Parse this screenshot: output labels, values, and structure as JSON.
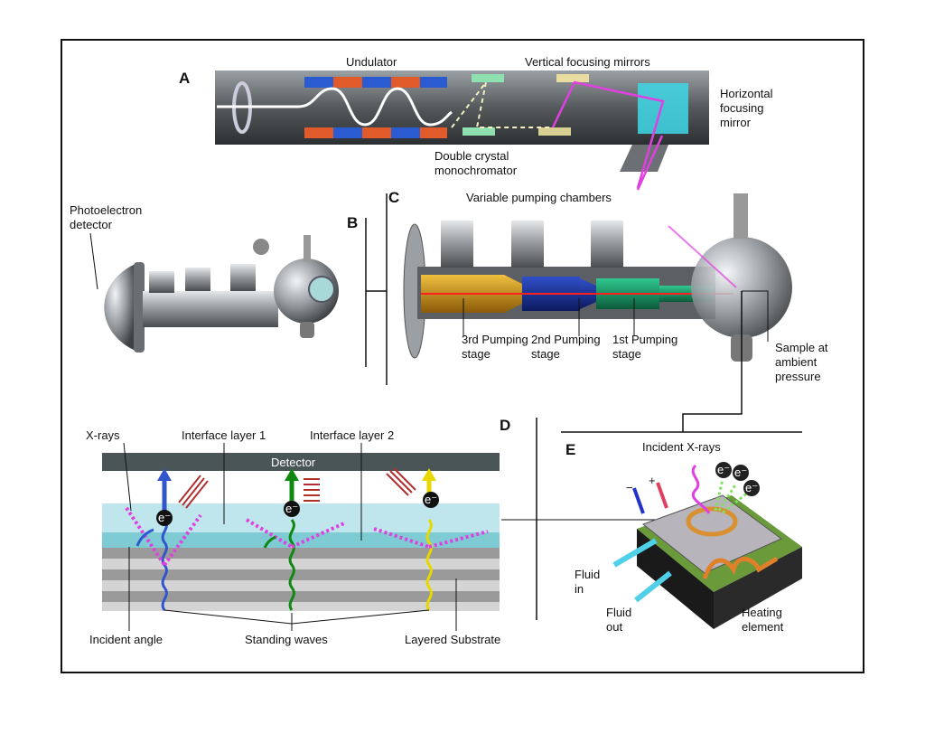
{
  "panels": {
    "a": "A",
    "b": "B",
    "c": "C",
    "d": "D",
    "e": "E"
  },
  "beamline": {
    "undulator": "Undulator",
    "vertical_mirrors": "Vertical focusing mirrors",
    "horizontal_mirror": [
      "Horizontal",
      "focusing",
      "mirror"
    ],
    "monochromator": [
      "Double crystal",
      "monochromator"
    ]
  },
  "analyzer": {
    "detector": [
      "Photoelectron",
      "detector"
    ]
  },
  "pumping": {
    "title": "Variable pumping chambers",
    "stage3": [
      "3rd Pumping",
      "stage"
    ],
    "stage2": [
      "2nd Pumping",
      "stage"
    ],
    "stage1": [
      "1st Pumping",
      "stage"
    ],
    "sample": [
      "Sample at",
      "ambient",
      "pressure"
    ]
  },
  "standing_wave": {
    "xrays": "X-rays",
    "interface1": "Interface layer 1",
    "interface2": "Interface layer 2",
    "detector": "Detector",
    "electron": "e⁻",
    "incident_angle": "Incident angle",
    "standing_waves": "Standing waves",
    "substrate": "Layered Substrate"
  },
  "cell": {
    "incident": "Incident X-rays",
    "minus": "−",
    "plus": "+",
    "electron": "e⁻",
    "fluid_in": [
      "Fluid",
      "in"
    ],
    "fluid_out": [
      "Fluid",
      "out"
    ],
    "heating": [
      "Heating",
      "element"
    ]
  },
  "colors": {
    "magenta": "#e040e0",
    "blue_wave": "#3355cc",
    "green_wave": "#118811",
    "yellow_wave": "#e8d800",
    "dark_bar": "#4a5558",
    "cyan_layer": "#9fd8e0"
  }
}
